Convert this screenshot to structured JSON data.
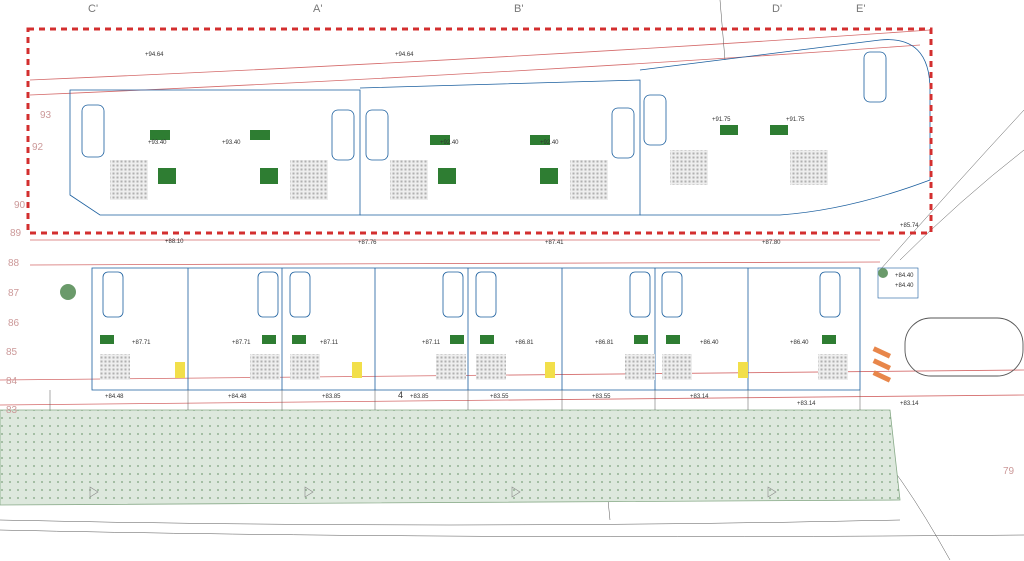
{
  "section_markers": [
    "C'",
    "A'",
    "B'",
    "D'",
    "E'"
  ],
  "top_row_levels": [
    "+94.64",
    "+94.64",
    "+93.40",
    "+93.40",
    "+92.40",
    "+92.40",
    "+91.75",
    "+91.75"
  ],
  "middle_road_levels": [
    "+88.10",
    "+87.76",
    "+87.41",
    "+87.80",
    "+85.74"
  ],
  "middle_row_levels": [
    "+87.71",
    "+87.71",
    "+87.11",
    "+87.11",
    "+86.81",
    "+86.81",
    "+86.40",
    "+86.40"
  ],
  "lower_road_levels": [
    "+84.48",
    "+84.48",
    "+83.85",
    "+83.85",
    "+83.55",
    "+83.55",
    "+83.14",
    "+83.14",
    "+83.14"
  ],
  "corner_levels": [
    "+84.40",
    "+84.40"
  ],
  "contour_labels": [
    "93",
    "92",
    "90",
    "89",
    "88",
    "87",
    "86",
    "85",
    "84",
    "83",
    "79"
  ],
  "misc_labels": [
    "4"
  ],
  "colors": {
    "walls": "#1a5e9e",
    "furniture": "#2e7d32",
    "highlight": "#d32f2f",
    "contours": "#d46a6a",
    "field": "#dde8dd"
  }
}
